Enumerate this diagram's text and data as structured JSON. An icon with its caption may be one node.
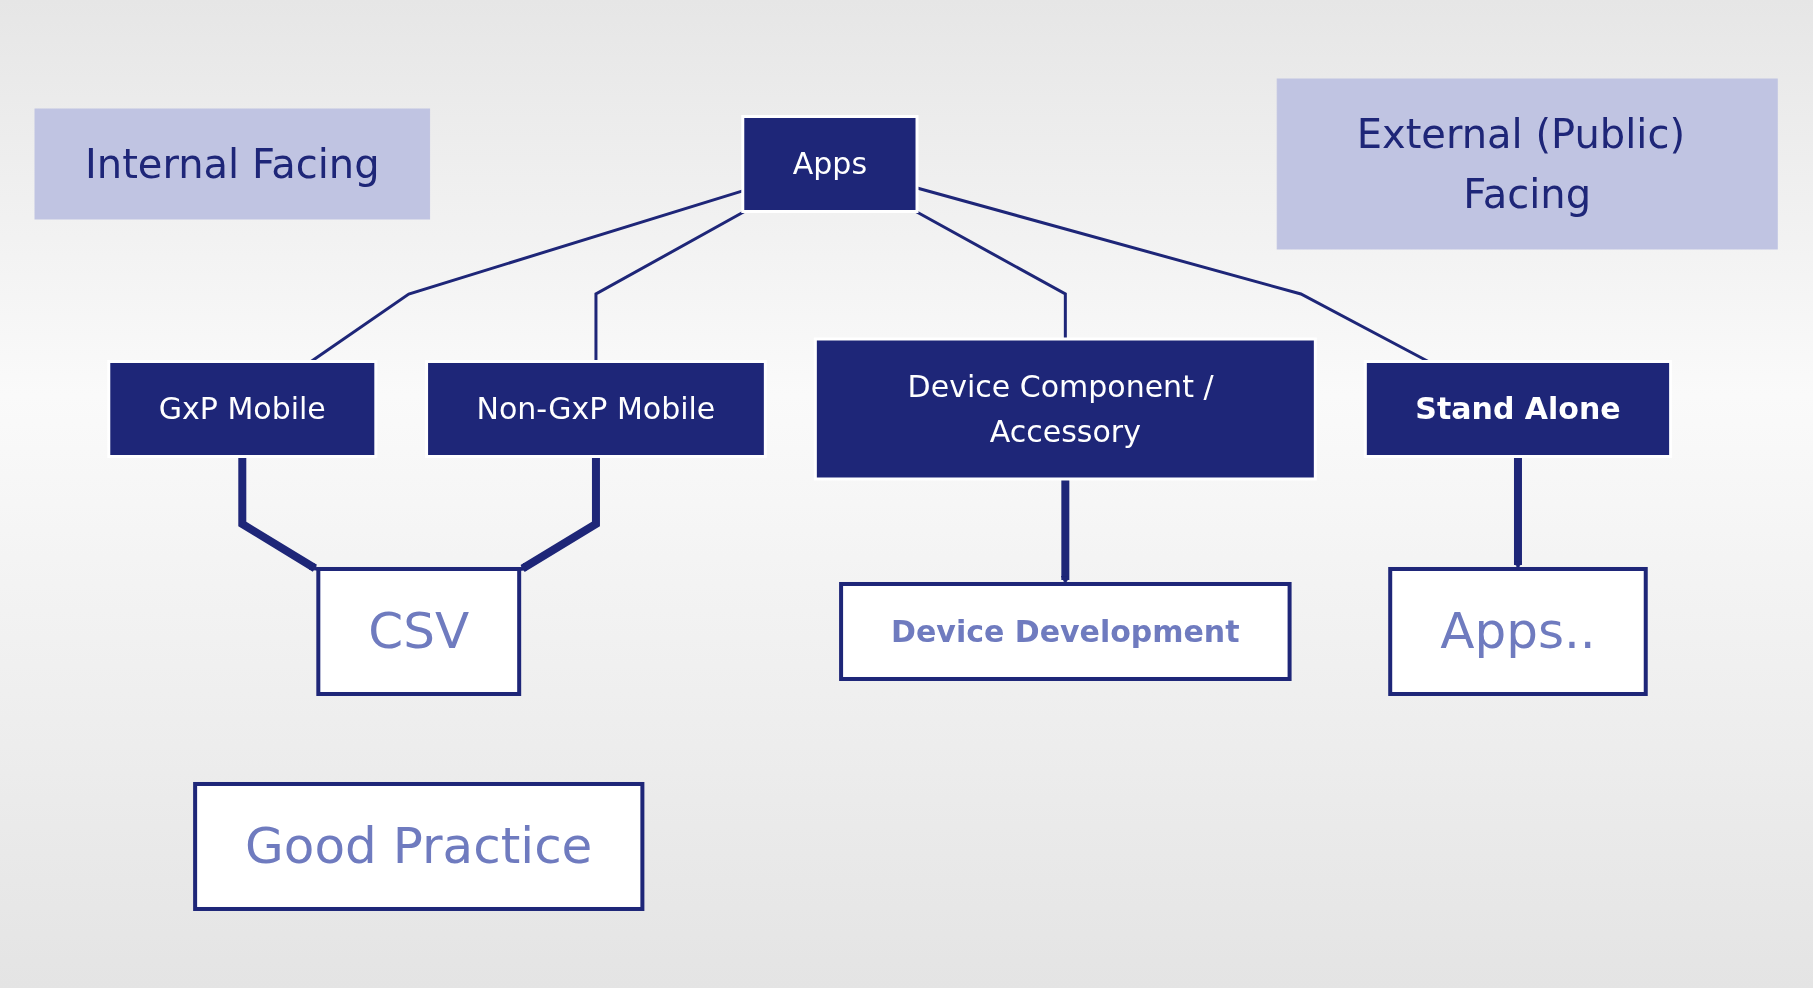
{
  "diagram": {
    "nodes": [
      {
        "text": [
          "Internal Facing"
        ]
      },
      {
        "text": [
          "Apps"
        ]
      },
      {
        "text": [
          "External (Public) Facing"
        ]
      },
      {
        "text": [
          "GxP Mobile"
        ]
      },
      {
        "text": [
          "Non-GxP Mobile"
        ]
      },
      {
        "text": [
          "Device Component / Accessory"
        ]
      },
      {
        "text": [
          "Stand Alone"
        ]
      },
      {
        "text": [
          "CSV"
        ]
      },
      {
        "text": [
          "Device Development"
        ]
      },
      {
        "text": [
          "Apps.."
        ]
      },
      {
        "text": [
          "Good Practice"
        ]
      }
    ],
    "edges": [
      {
        "from": 1,
        "to": 3,
        "arrow": "none"
      },
      {
        "from": 1,
        "to": 4,
        "arrow": "none"
      },
      {
        "from": 1,
        "to": 5,
        "arrow": "none"
      },
      {
        "from": 1,
        "to": 6,
        "arrow": "none"
      },
      {
        "from": 3,
        "to": 7,
        "arrow": "to",
        "style": "thick"
      },
      {
        "from": 4,
        "to": 7,
        "arrow": "to",
        "style": "thick"
      },
      {
        "from": 5,
        "to": 8,
        "arrow": "to",
        "style": "thick"
      },
      {
        "from": 6,
        "to": 9,
        "arrow": "to",
        "style": "thick"
      }
    ]
  }
}
